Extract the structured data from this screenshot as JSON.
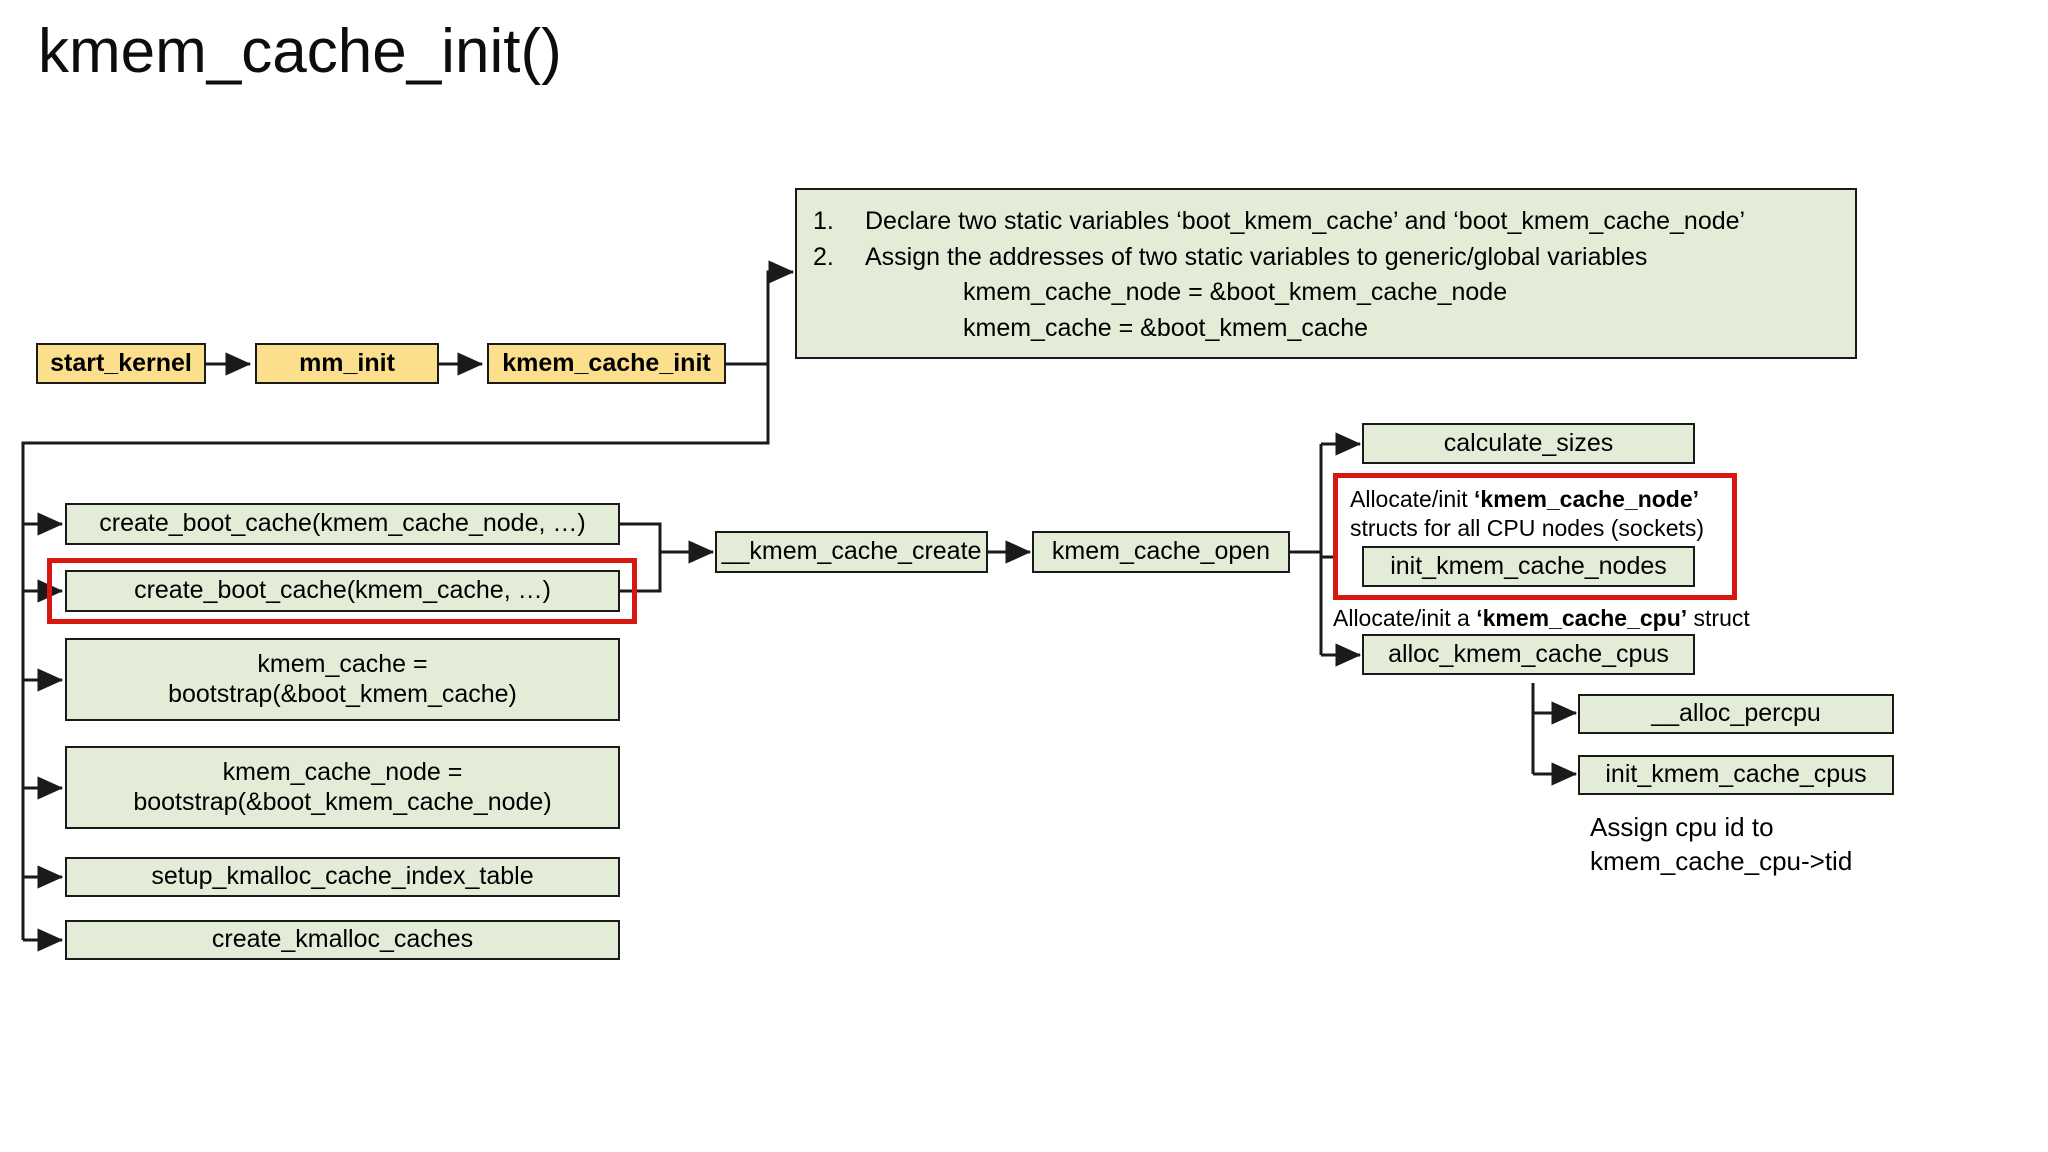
{
  "page": {
    "title": "kmem_cache_init()",
    "background": "#ffffff"
  },
  "colors": {
    "yellow_fill": "#fbdf8d",
    "green_fill": "#e2ecd6",
    "box_border": "#1a1a1a",
    "highlight_red": "#d6180f",
    "wire": "#1a1a1a"
  },
  "call_chain": {
    "start_kernel": "start_kernel",
    "mm_init": "mm_init",
    "kmem_cache_init": "kmem_cache_init"
  },
  "init_note": {
    "item1_num": "1.",
    "item1_text": "Declare two static variables ‘boot_kmem_cache’ and ‘boot_kmem_cache_node’",
    "item2_num": "2.",
    "item2_text": "Assign the addresses of two static variables to generic/global variables",
    "assign1": "kmem_cache_node = &boot_kmem_cache_node",
    "assign2": "kmem_cache = &boot_kmem_cache"
  },
  "left_column": [
    {
      "label": "create_boot_cache(kmem_cache_node, …)"
    },
    {
      "label": "create_boot_cache(kmem_cache, …)"
    },
    {
      "label": "kmem_cache =\nbootstrap(&boot_kmem_cache)"
    },
    {
      "label": "kmem_cache_node =\nbootstrap(&boot_kmem_cache_node)"
    },
    {
      "label": "setup_kmalloc_cache_index_table"
    },
    {
      "label": "create_kmalloc_caches"
    }
  ],
  "left_column_labels": {
    "create_boot_cache_node": "create_boot_cache(kmem_cache_node, …)",
    "create_boot_cache": "create_boot_cache(kmem_cache, …)",
    "bootstrap_cache_l1": "kmem_cache =",
    "bootstrap_cache_l2": "bootstrap(&boot_kmem_cache)",
    "bootstrap_node_l1": "kmem_cache_node =",
    "bootstrap_node_l2": "bootstrap(&boot_kmem_cache_node)",
    "setup_index_table": "setup_kmalloc_cache_index_table",
    "create_kmalloc_caches": "create_kmalloc_caches"
  },
  "middle": {
    "kmem_cache_create": "__kmem_cache_create",
    "kmem_cache_open": "kmem_cache_open"
  },
  "right_column": {
    "calculate_sizes": "calculate_sizes",
    "init_kmem_cache_nodes": "init_kmem_cache_nodes",
    "alloc_kmem_cache_cpus": "alloc_kmem_cache_cpus",
    "alloc_percpu": "__alloc_percpu",
    "init_kmem_cache_cpus": "init_kmem_cache_cpus"
  },
  "annotations": {
    "node_alloc_line1_pre": "Allocate/init ",
    "node_alloc_line1_bold": "‘kmem_cache_node’",
    "node_alloc_line2": "structs for all CPU nodes (sockets)",
    "cpu_alloc_pre": "Allocate/init a ",
    "cpu_alloc_bold": "‘kmem_cache_cpu’",
    "cpu_alloc_post": " struct",
    "assign_tid_line1": "Assign cpu id to",
    "assign_tid_line2": "kmem_cache_cpu->tid"
  }
}
